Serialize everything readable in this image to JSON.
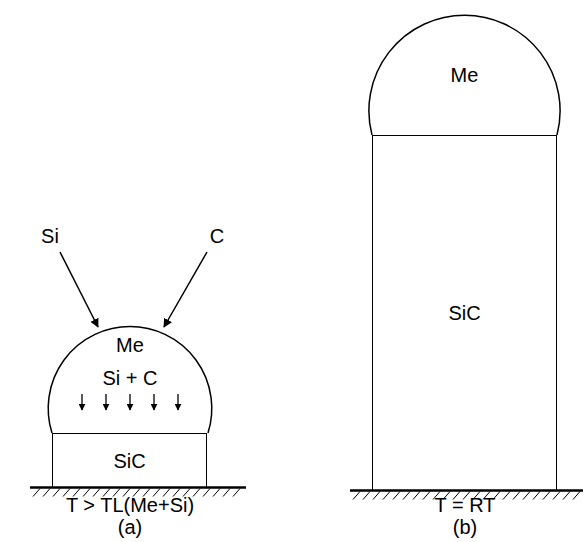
{
  "diagram": {
    "nodes": [
      {
        "text": [
          "Me",
          "Si + C"
        ]
      },
      {
        "text": [
          "SiC"
        ]
      },
      {
        "text": [
          "Me"
        ]
      },
      {
        "text": [
          "SiC"
        ]
      }
    ],
    "labels": [
      "Si",
      "C",
      "T > TL(Me+Si)",
      "(a)",
      "T = RT",
      "(b)"
    ]
  }
}
